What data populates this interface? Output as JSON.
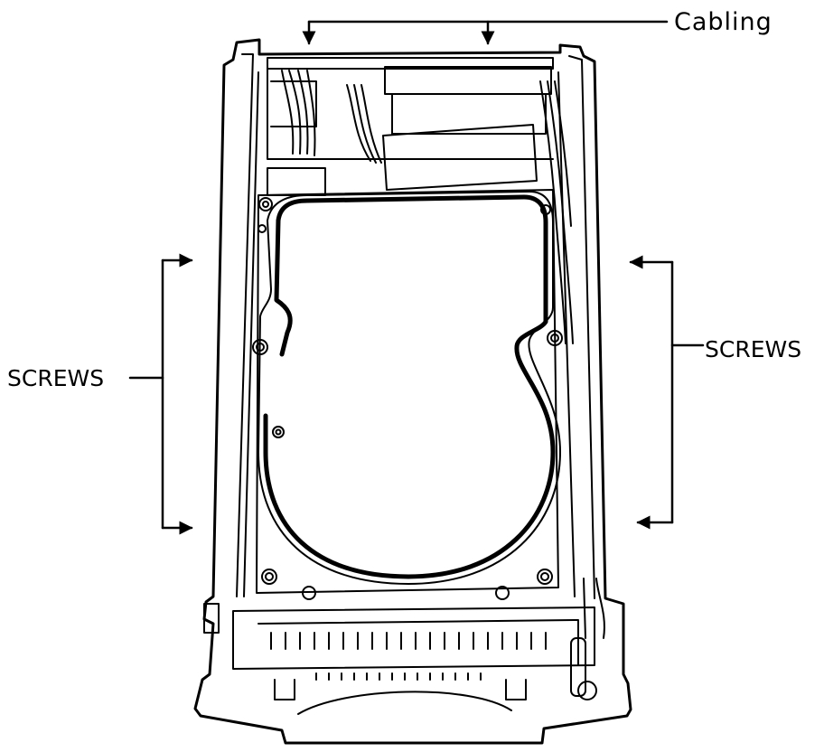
{
  "labels": {
    "cabling": "Cabling",
    "screws_left": "SCREWS",
    "screws_right": "SCREWS"
  },
  "colors": {
    "ink": "#000000",
    "paper": "#ffffff"
  }
}
